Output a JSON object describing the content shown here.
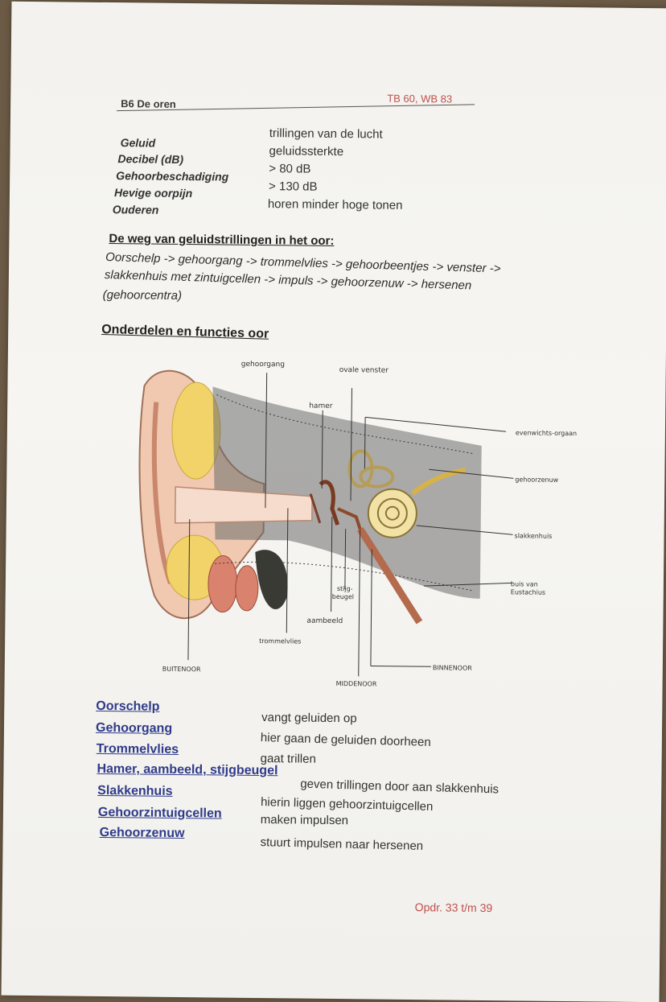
{
  "header": {
    "chapter": "B6 De oren",
    "reference": "TB 60, WB 83"
  },
  "terms": [
    {
      "term": "Geluid",
      "definition": "trillingen van de lucht"
    },
    {
      "term": "Decibel (dB)",
      "definition": "geluidssterkte"
    },
    {
      "term": "Gehoorbeschadiging",
      "definition": "> 80 dB"
    },
    {
      "term": "Hevige oorpijn",
      "definition": "> 130 dB"
    },
    {
      "term": "Ouderen",
      "definition": "horen minder hoge tonen"
    }
  ],
  "route": {
    "title": "De weg van geluidstrillingen in het oor:",
    "lines": [
      "Oorschelp -> gehoorgang -> trommelvlies -> gehoorbeentjes -> venster ->",
      "slakkenhuis met zintuigcellen -> impuls -> gehoorzenuw -> hersenen",
      "(gehoorcentra)"
    ]
  },
  "diagram": {
    "title": "Onderdelen en functies oor",
    "labels": {
      "gehoorgang": "gehoorgang",
      "ovale_venster": "ovale venster",
      "hamer": "hamer",
      "evenwichtsorgaan": "evenwichts-orgaan",
      "gehoorzenuw": "gehoorzenuw",
      "slakkenhuis": "slakkenhuis",
      "buis_van_eustachius_1": "buis van",
      "buis_van_eustachius_2": "Eustachius",
      "stijgbeugel_1": "stijg-",
      "stijgbeugel_2": "beugel",
      "aambeeld": "aambeeld",
      "trommelvlies": "trommelvlies",
      "buitenoor": "BUITENOOR",
      "middenoor": "MIDDENOOR",
      "binnenoor": "BINNENOOR"
    }
  },
  "parts": [
    {
      "name": "Oorschelp",
      "function": "vangt geluiden op"
    },
    {
      "name": "Gehoorgang",
      "function": "hier gaan de geluiden doorheen"
    },
    {
      "name": "Trommelvlies",
      "function": "gaat trillen"
    },
    {
      "name": "Hamer, aambeeld, stijgbeugel",
      "function": "geven trillingen door aan slakkenhuis"
    },
    {
      "name": "Slakkenhuis",
      "function": "hierin liggen gehoorzintuigcellen"
    },
    {
      "name": "Gehoorzintuigcellen",
      "function": "maken impulsen"
    },
    {
      "name": "Gehoorzenuw",
      "function": "stuurt impulsen naar hersenen"
    }
  ],
  "footer": "Opdr. 33 t/m 39",
  "colors": {
    "reference_red": "#c0504d",
    "part_blue": "#2f3b8a"
  }
}
